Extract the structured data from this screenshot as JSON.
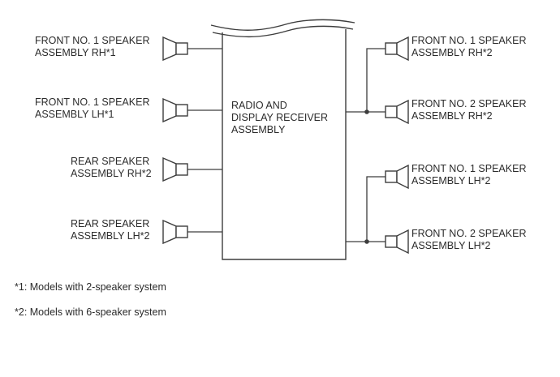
{
  "diagram": {
    "title_implicit": "Speaker system wiring overview",
    "receiver_box": {
      "label_lines": [
        "RADIO AND",
        "DISPLAY RECEIVER",
        "ASSEMBLY"
      ]
    },
    "left_speakers": [
      {
        "line1": "FRONT NO. 1 SPEAKER",
        "line2": "ASSEMBLY RH*1"
      },
      {
        "line1": "FRONT NO. 1 SPEAKER",
        "line2": "ASSEMBLY LH*1"
      },
      {
        "line1": "REAR SPEAKER",
        "line2": "ASSEMBLY RH*2"
      },
      {
        "line1": "REAR SPEAKER",
        "line2": "ASSEMBLY LH*2"
      }
    ],
    "right_speakers": [
      {
        "line1": "FRONT NO. 1 SPEAKER",
        "line2": "ASSEMBLY RH*2"
      },
      {
        "line1": "FRONT NO. 2 SPEAKER",
        "line2": "ASSEMBLY RH*2"
      },
      {
        "line1": "FRONT NO. 1 SPEAKER",
        "line2": "ASSEMBLY LH*2"
      },
      {
        "line1": "FRONT NO. 2 SPEAKER",
        "line2": "ASSEMBLY LH*2"
      }
    ],
    "footnotes": [
      "*1: Models with 2-speaker system",
      "*2: Models with 6-speaker system"
    ],
    "colors": {
      "line": "#3d3d3d",
      "text": "#2b2b2b",
      "background": "#ffffff"
    }
  }
}
